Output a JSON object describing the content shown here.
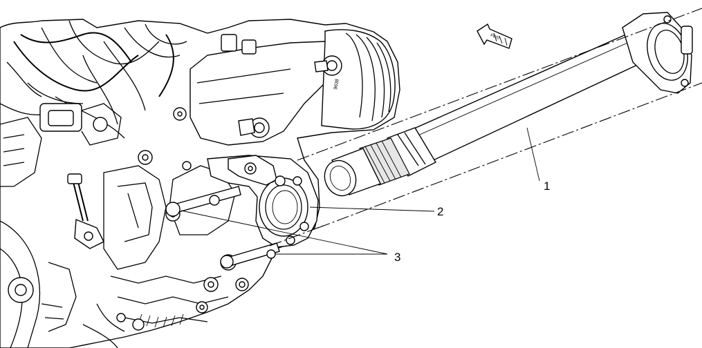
{
  "diagram": {
    "callouts": [
      {
        "id": "1",
        "label": "1"
      },
      {
        "id": "2",
        "label": "2"
      },
      {
        "id": "3",
        "label": "3"
      }
    ],
    "direction_arrow": {
      "label": "FWD",
      "icon": "forward-direction-arrow-icon"
    },
    "colors": {
      "line": "#000000",
      "background": "#ffffff"
    }
  }
}
